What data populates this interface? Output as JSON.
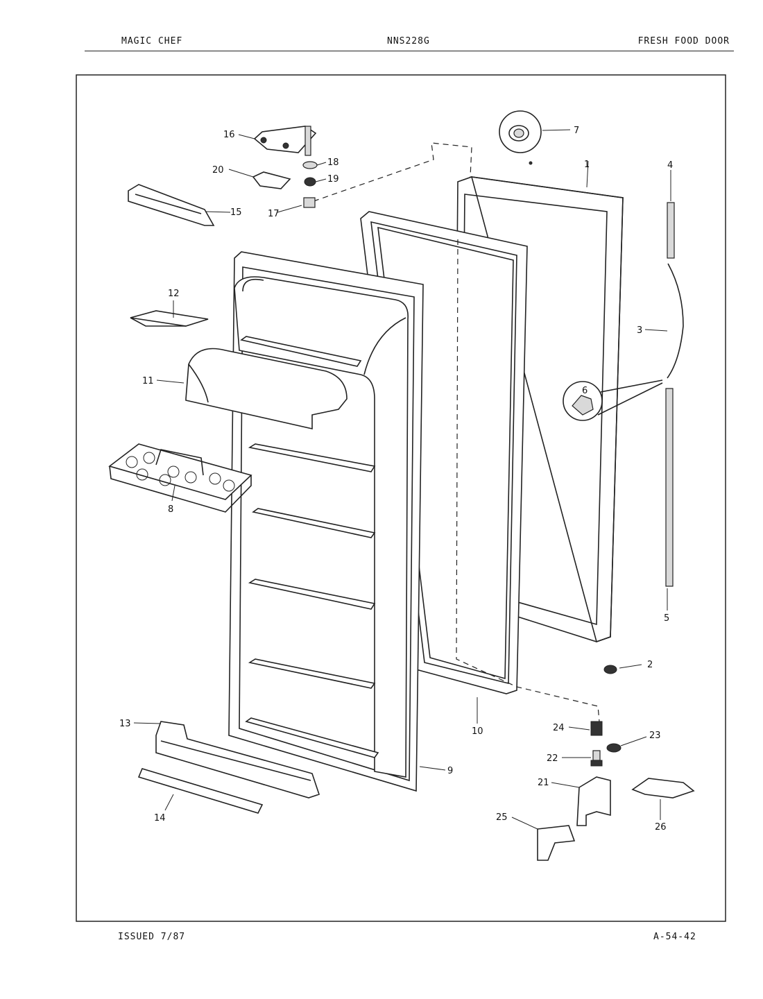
{
  "header": {
    "left": "MAGIC CHEF",
    "center": "NNS228G",
    "right": "FRESH FOOD DOOR"
  },
  "footer": {
    "left": "ISSUED 7/87",
    "right": "A-54-42"
  },
  "callouts": [
    "1",
    "2",
    "3",
    "4",
    "5",
    "6",
    "7",
    "8",
    "9",
    "10",
    "11",
    "12",
    "13",
    "14",
    "15",
    "16",
    "17",
    "18",
    "19",
    "20",
    "21",
    "22",
    "23",
    "24",
    "25",
    "26"
  ]
}
